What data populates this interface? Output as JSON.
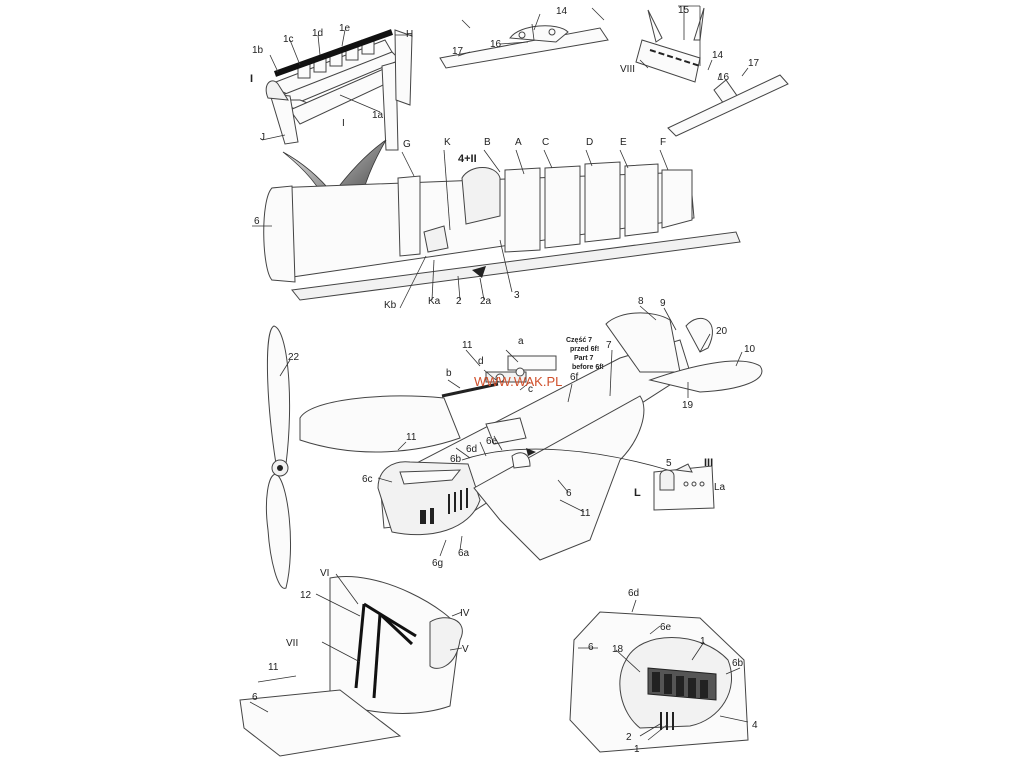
{
  "watermark": "WWW.WAK.PL",
  "labels": {
    "l1b": "1b",
    "l1c": "1c",
    "l1d": "1d",
    "l1e": "1e",
    "lH": "H",
    "lI": "I",
    "lI2": "I",
    "l1a": "1a",
    "lJ": "J",
    "l14": "14",
    "l16": "16",
    "l17": "17",
    "l15": "15",
    "l14b": "14",
    "l16b": "16",
    "l17b": "17",
    "lVIII": "VIII",
    "lG": "G",
    "lK": "K",
    "lB": "B",
    "lA": "A",
    "lC": "C",
    "lD": "D",
    "lE": "E",
    "lF": "F",
    "l4II": "4+II",
    "l6": "6",
    "lKb": "Kb",
    "lKa": "Ka",
    "l2": "2",
    "l2a": "2a",
    "l3": "3",
    "l22": "22",
    "l11a": "11",
    "la": "a",
    "ld": "d",
    "lb": "b",
    "lc": "c",
    "l8": "8",
    "l9": "9",
    "l20": "20",
    "l10": "10",
    "l7": "7",
    "l19": "19",
    "l6f": "6f",
    "l11b": "11",
    "l6b": "6b",
    "l6d": "6d",
    "l6e": "6e",
    "l6c": "6c",
    "l6mid": "6",
    "l11c": "11",
    "l6g": "6g",
    "l6a": "6a",
    "l5": "5",
    "lIII": "III",
    "lL": "L",
    "lLa": "La",
    "lVI": "VI",
    "l12": "12",
    "lIV": "IV",
    "lVII": "VII",
    "lV": "V",
    "l11d": "11",
    "l6bl": "6",
    "l6d2": "6d",
    "l6e2": "6e",
    "l18": "18",
    "l6br": "6",
    "l1br": "1",
    "l6b2": "6b",
    "l4": "4",
    "l2br": "2",
    "l1br2": "1"
  },
  "note": [
    "Część 7",
    "przed 6f!",
    "Part 7",
    "before 6f!"
  ]
}
